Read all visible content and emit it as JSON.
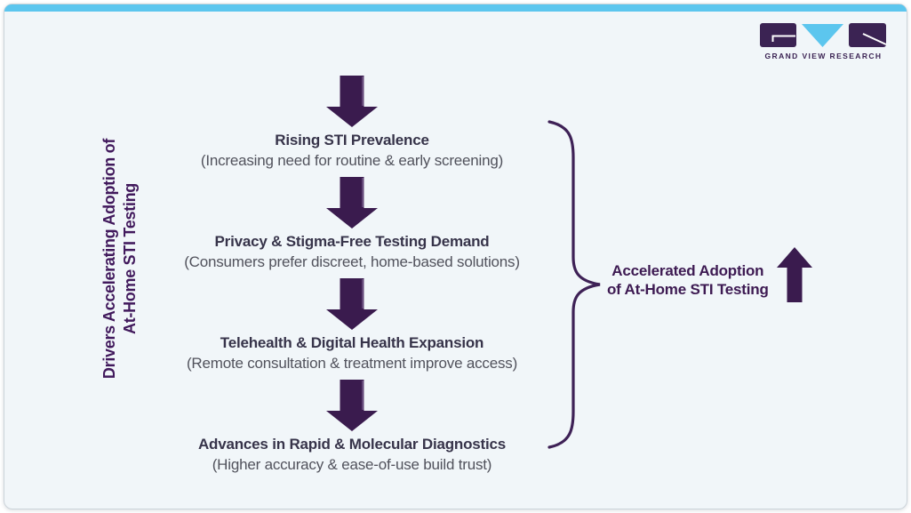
{
  "colors": {
    "accent_purple": "#3a1b4e",
    "heading_dark": "#37344a",
    "subtitle_gray": "#51525c",
    "brand_cyan": "#5cc6ee",
    "card_background": "#f1f6f9"
  },
  "logo": {
    "text": "GRAND VIEW RESEARCH"
  },
  "icons": {
    "logo_mark": "gvr-monogram",
    "flow_arrow": "down-arrow",
    "outcome_arrow": "up-arrow",
    "brace": "right-curly-brace"
  },
  "left_title": {
    "line1": "Drivers Accelerating Adoption of",
    "line2": "At-Home STI Testing"
  },
  "flow": {
    "drivers": [
      {
        "title": "Rising STI Prevalence",
        "subtitle": "(Increasing need for routine & early screening)"
      },
      {
        "title": "Privacy & Stigma-Free Testing Demand",
        "subtitle": "(Consumers prefer discreet, home-based solutions)"
      },
      {
        "title": "Telehealth & Digital Health Expansion",
        "subtitle": "(Remote consultation & treatment improve access)"
      },
      {
        "title": "Advances in Rapid & Molecular Diagnostics",
        "subtitle": "(Higher accuracy & ease-of-use build trust)"
      }
    ]
  },
  "outcome": {
    "line1": "Accelerated Adoption",
    "line2": "of At-Home STI Testing"
  }
}
